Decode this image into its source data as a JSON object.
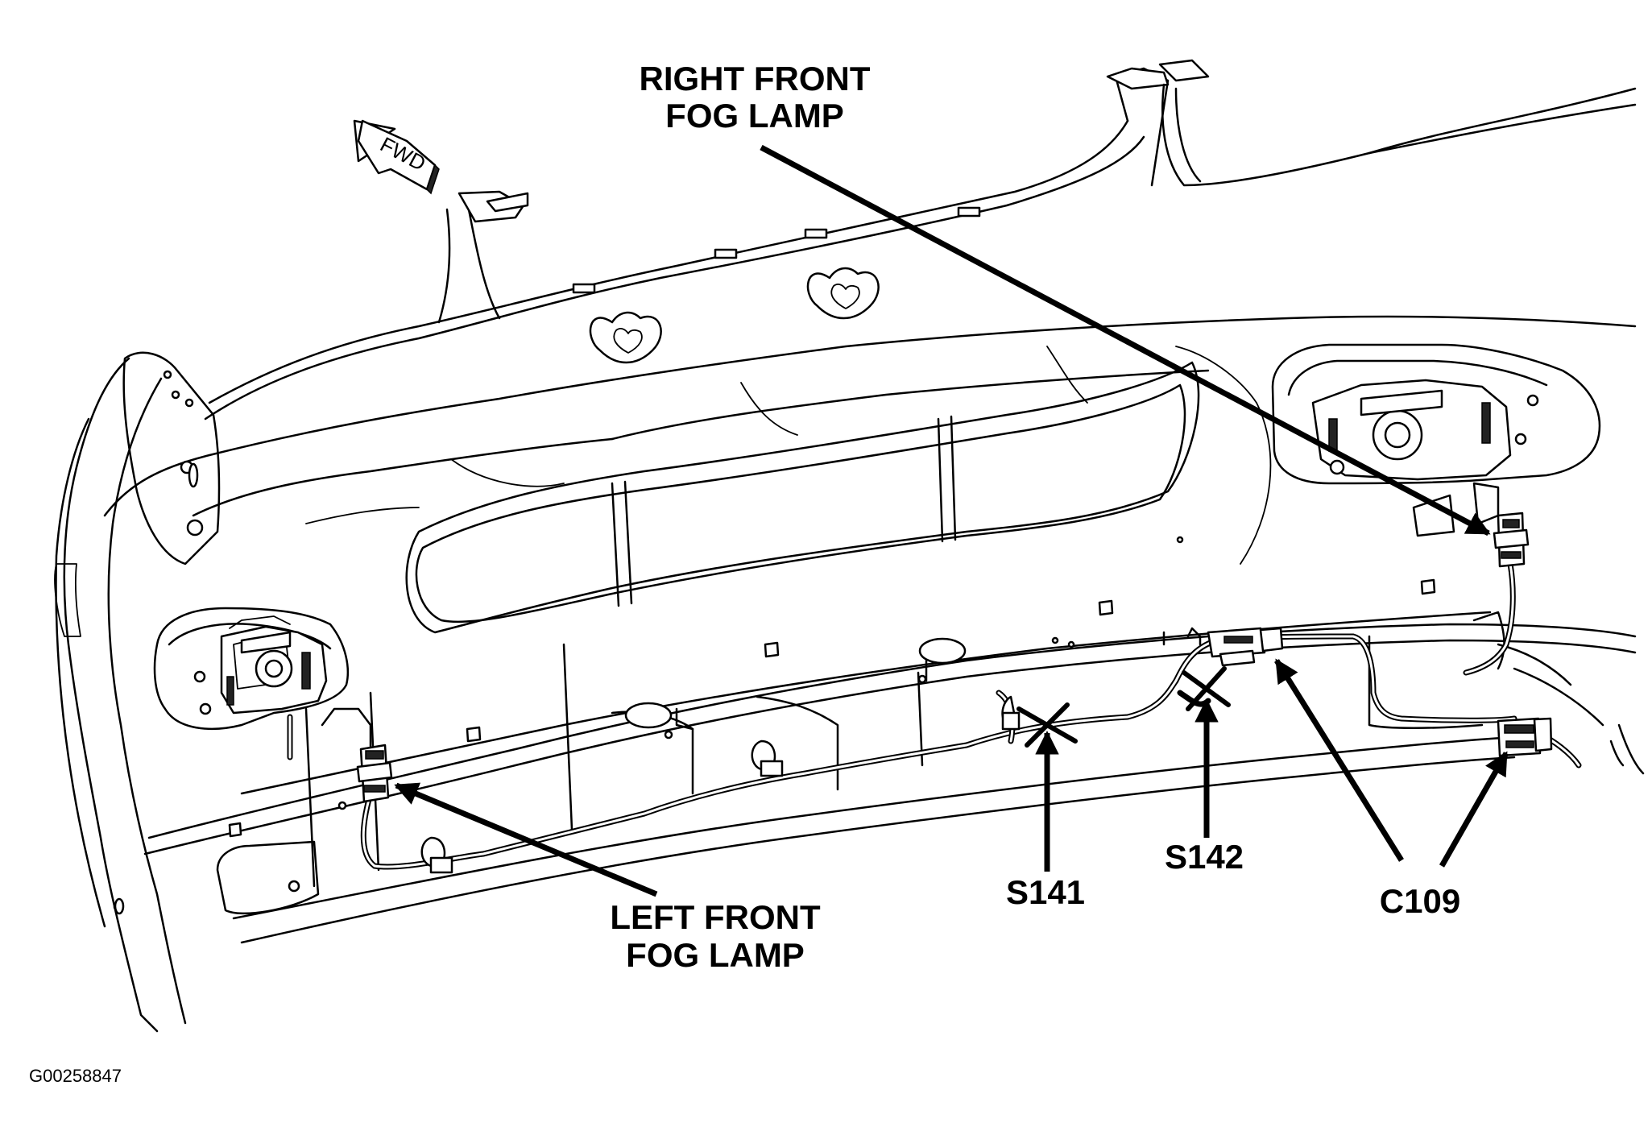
{
  "labels": {
    "right_front_fog_lamp": [
      "RIGHT FRONT",
      "FOG LAMP"
    ],
    "left_front_fog_lamp": [
      "LEFT FRONT",
      "FOG LAMP"
    ],
    "splice_s141": "S141",
    "splice_s142": "S142",
    "connector_c109": "C109",
    "forward_arrow": "FWD",
    "figure_code": "G00258847"
  },
  "colors": {
    "ink": "#000000",
    "background": "#ffffff"
  }
}
